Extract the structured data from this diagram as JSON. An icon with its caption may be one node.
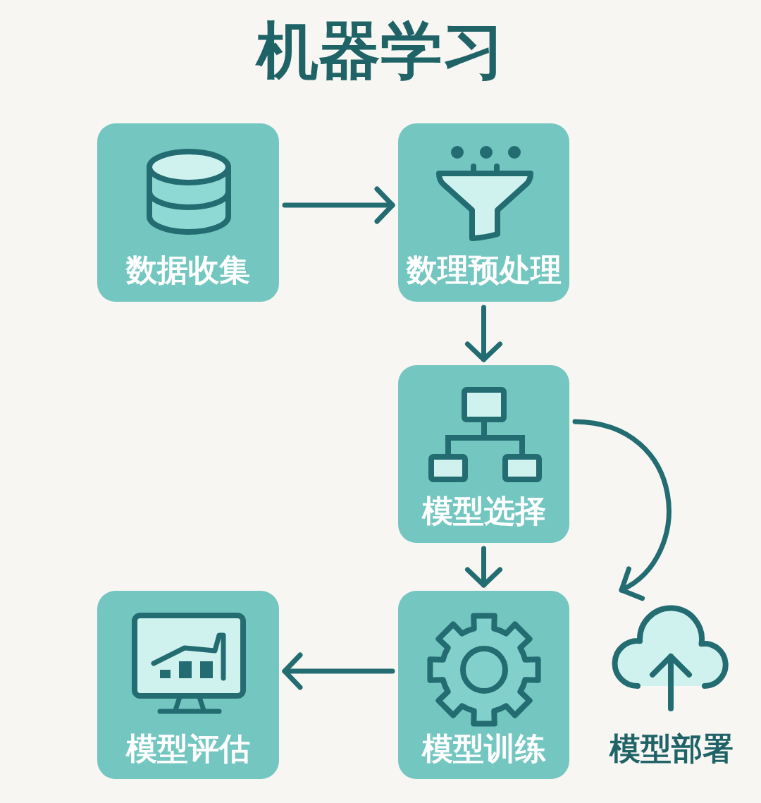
{
  "diagram": {
    "title": "机器学习",
    "nodes": [
      {
        "text": [
          "数据收集"
        ]
      },
      {
        "text": [
          "数理预处理"
        ]
      },
      {
        "text": [
          "模型选择"
        ]
      },
      {
        "text": [
          "模型评估"
        ]
      },
      {
        "text": [
          "模型训练"
        ]
      },
      {
        "text": [
          "模型部署"
        ]
      }
    ],
    "edges": [
      {
        "from": 0,
        "to": 1,
        "arrow": "to"
      },
      {
        "from": 1,
        "to": 2,
        "arrow": "to"
      },
      {
        "from": 2,
        "to": 4,
        "arrow": "to"
      },
      {
        "from": 4,
        "to": 3,
        "arrow": "to"
      },
      {
        "from": 2,
        "to": 5,
        "arrow": "to"
      }
    ]
  }
}
